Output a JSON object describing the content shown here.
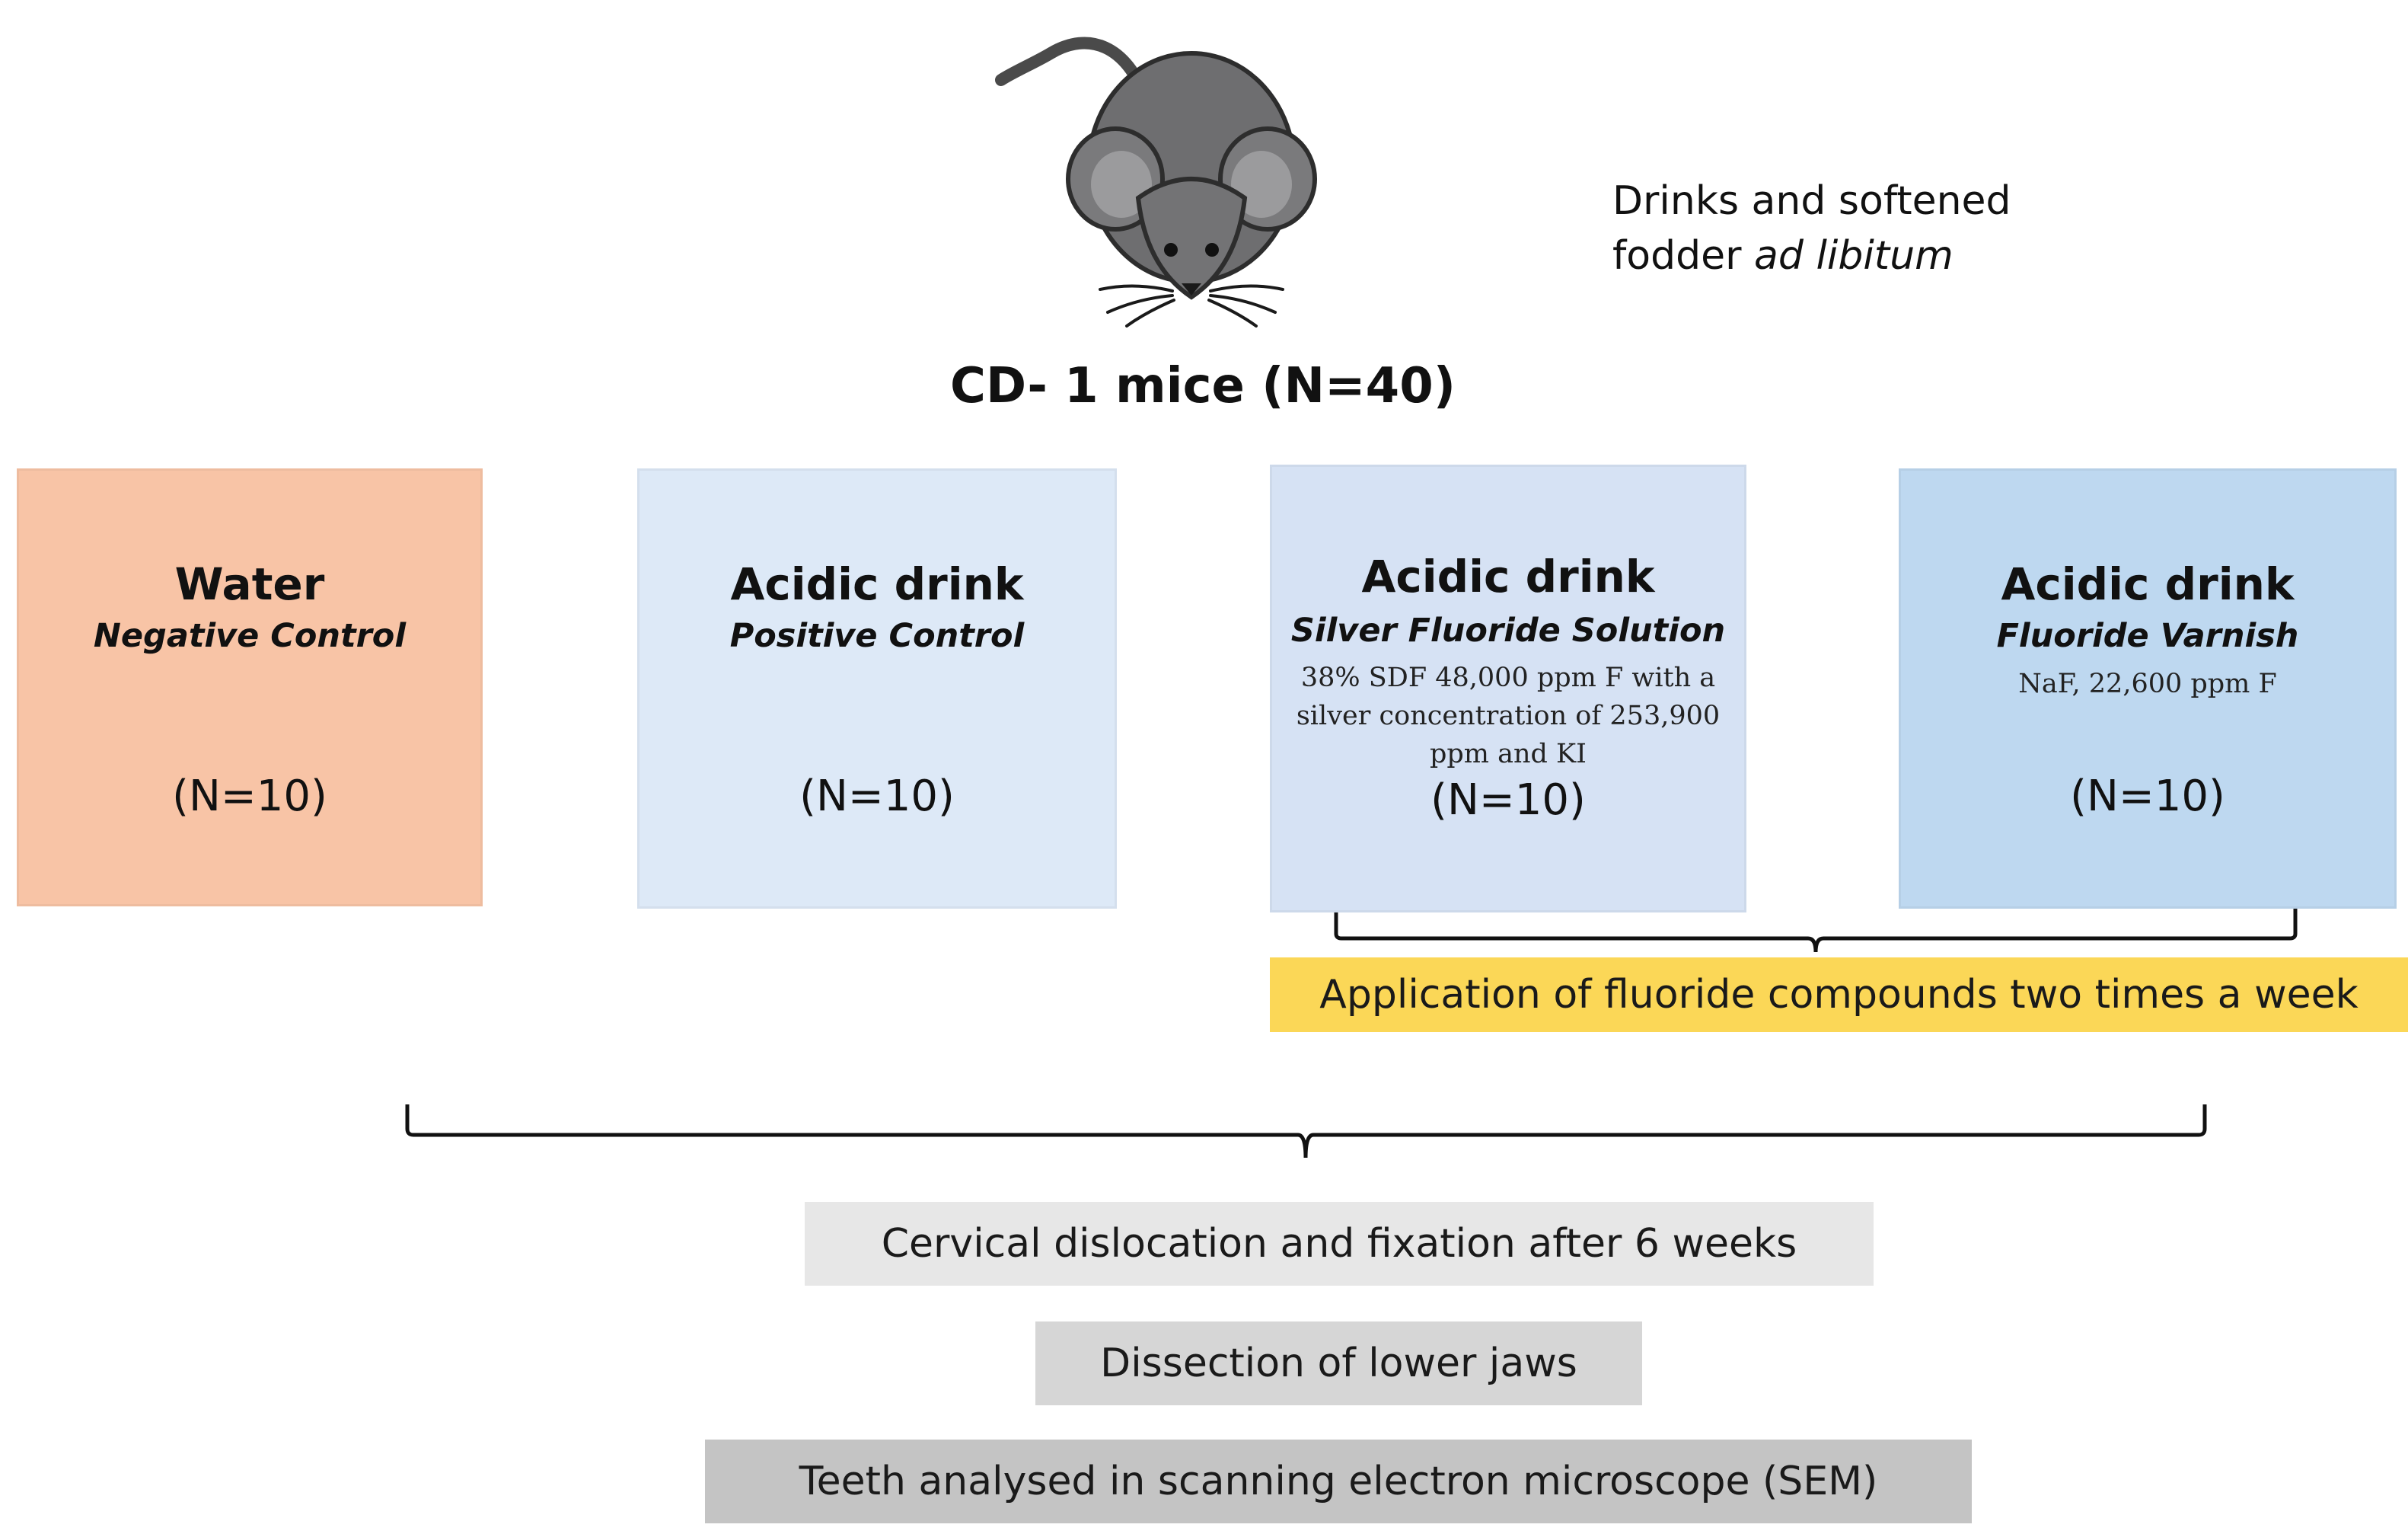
{
  "header": {
    "animal_icon": "mouse-icon",
    "note_line1": "Drinks and softened",
    "note_line2_prefix": "fodder ",
    "note_line2_italic": "ad libitum",
    "title": "CD- 1 mice (N=40)"
  },
  "groups": [
    {
      "name": "Water",
      "subtitle": "Negative Control",
      "description": "",
      "n": "(N=10)",
      "color": "#f8c4a6"
    },
    {
      "name": "Acidic drink",
      "subtitle": "Positive Control",
      "description": "",
      "n": "(N=10)",
      "color": "#dde9f7"
    },
    {
      "name": "Acidic drink",
      "subtitle": "Silver Fluoride Solution",
      "description": "38% SDF 48,000 ppm F with a silver concentration of 253,900 ppm and KI",
      "n": "(N=10)",
      "color": "#d6e2f4"
    },
    {
      "name": "Acidic drink",
      "subtitle": "Fluoride Varnish",
      "description": "NaF, 22,600 ppm F",
      "n": "(N=10)",
      "color": "#bed8f0"
    }
  ],
  "application_bar": {
    "label": "Application of fluoride compounds two times a week",
    "color": "#fbd757"
  },
  "steps": [
    {
      "label": "Cervical dislocation and fixation after 6 weeks",
      "color": "#e7e7e7"
    },
    {
      "label": "Dissection of lower jaws",
      "color": "#d6d6d6"
    },
    {
      "label": "Teeth analysed in scanning electron microscope (SEM)",
      "color": "#c4c4c4"
    }
  ]
}
